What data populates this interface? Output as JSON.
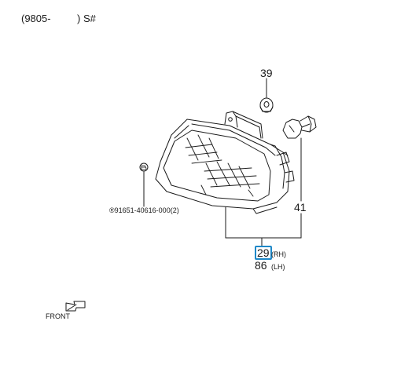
{
  "header": {
    "model_range": "(9805-",
    "serial_label": ") S#"
  },
  "callouts": {
    "grommet": "39",
    "bulb": "41",
    "lamp_rh_number": "29",
    "lamp_rh_side": "(RH)",
    "lamp_lh_number": "86",
    "lamp_lh_side": "(LH)"
  },
  "screw": {
    "marker": "B",
    "part_number": "®91651-40616-000(2)"
  },
  "orientation": {
    "label": "FRONT"
  },
  "colors": {
    "line": "#1a1a1a",
    "highlight": "#1e88c8"
  }
}
